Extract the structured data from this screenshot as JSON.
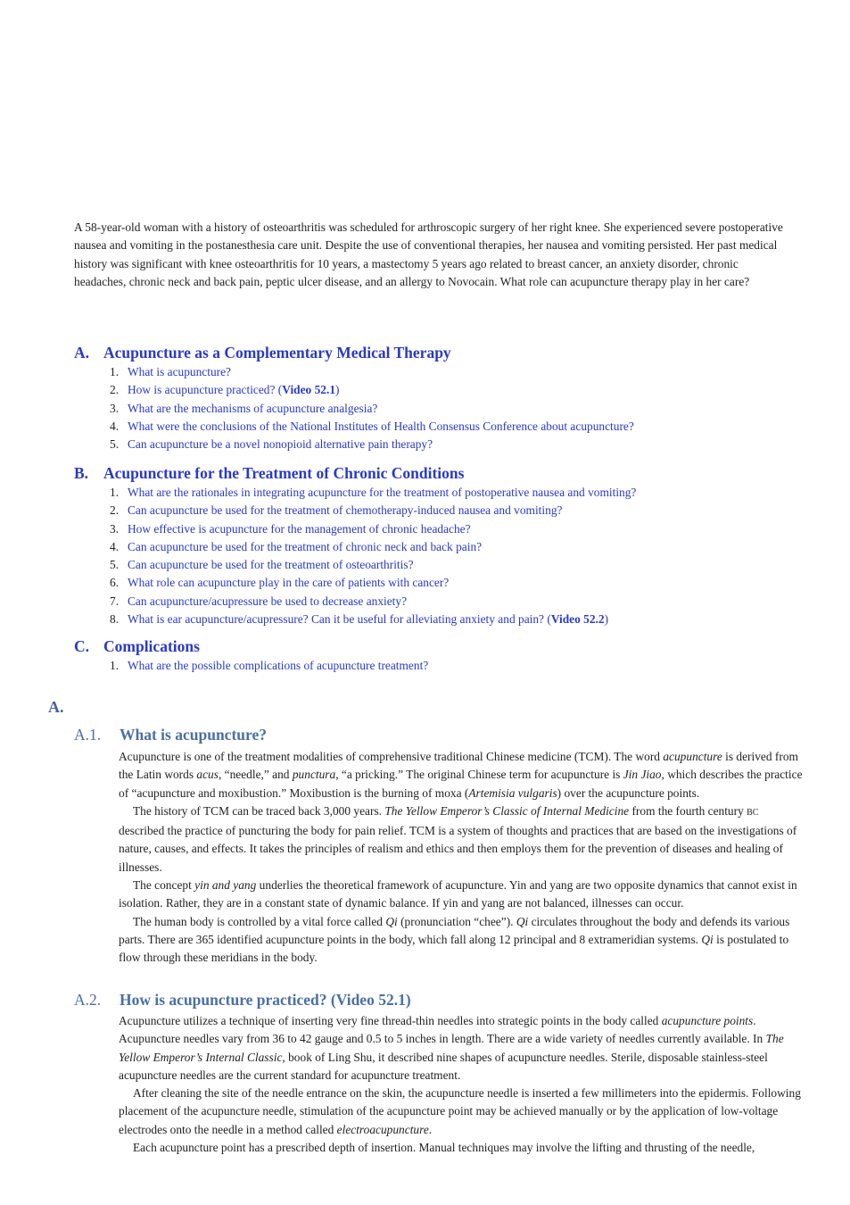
{
  "case_text": "A 58-year-old woman with a history of osteoarthritis was scheduled for arthroscopic surgery of her right knee. She experienced severe postoperative nausea and vomiting in the postanesthesia care unit. Despite the use of conventional therapies, her nausea and vomiting persisted. Her past medical history was significant with knee osteoarthritis for 10 years, a mastectomy 5 years ago related to breast cancer, an anxiety disorder, chronic headaches, chronic neck and back pain, peptic ulcer disease, and an allergy to Novocain. What role can acupuncture therapy play in her care?",
  "toc": {
    "sections": [
      {
        "letter": "A.",
        "title": "Acupuncture as a Complementary Medical Therapy",
        "items": [
          {
            "num": "1.",
            "text": "What is acupuncture?"
          },
          {
            "num": "2.",
            "text": "How is acupuncture practiced? (",
            "video": "Video 52.1",
            "after": ")"
          },
          {
            "num": "3.",
            "text": "What are the mechanisms of acupuncture analgesia?"
          },
          {
            "num": "4.",
            "text": "What were the conclusions of the National Institutes of Health Consensus Conference about acupuncture?"
          },
          {
            "num": "5.",
            "text": "Can acupuncture be a novel nonopioid alternative pain therapy?"
          }
        ]
      },
      {
        "letter": "B.",
        "title": "Acupuncture for the Treatment of Chronic Conditions",
        "items": [
          {
            "num": "1.",
            "text": "What are the rationales in integrating acupuncture for the treatment of postoperative nausea and vomiting?"
          },
          {
            "num": "2.",
            "text": "Can acupuncture be used for the treatment of chemotherapy-induced nausea and vomiting?"
          },
          {
            "num": "3.",
            "text": "How effective is acupuncture for the management of chronic headache?"
          },
          {
            "num": "4.",
            "text": "Can acupuncture be used for the treatment of chronic neck and back pain?"
          },
          {
            "num": "5.",
            "text": "Can acupuncture be used for the treatment of osteoarthritis?"
          },
          {
            "num": "6.",
            "text": "What role can acupuncture play in the care of patients with cancer?"
          },
          {
            "num": "7.",
            "text": "Can acupuncture/acupressure be used to decrease anxiety?"
          },
          {
            "num": "8.",
            "text": "What is ear acupuncture/acupressure? Can it be useful for alleviating anxiety and pain? (",
            "video": "Video 52.2",
            "after": ")"
          }
        ]
      },
      {
        "letter": "C.",
        "title": "Complications",
        "items": [
          {
            "num": "1.",
            "text": "What are the possible complications of acupuncture treatment?"
          }
        ]
      }
    ]
  },
  "section_a_letter": "A.",
  "a1": {
    "code": "A.1.",
    "title": "What is acupuncture?",
    "p1": [
      "Acupuncture is one of the treatment modalities of comprehensive traditional Chinese medicine (TCM). The word ",
      "acupuncture",
      " is derived from the Latin words ",
      "acus",
      ", “needle,” and ",
      "punctura",
      ", “a pricking.” The original Chinese term for acupuncture is ",
      "Jin Jiao",
      ", which describes the practice of “acupuncture and moxibustion.” Moxibustion is the burning of moxa (",
      "Artemisia vulgaris",
      ") over the acupuncture points."
    ],
    "p2": [
      "The history of TCM can be traced back 3,000 years. ",
      "The Yellow Emperor’s Classic of Internal Medicine",
      " from the fourth century ",
      "BC",
      " described the practice of puncturing the body for pain relief. TCM is a system of thoughts and practices that are based on the investigations of nature, causes, and effects. It takes the principles of realism and ethics and then employs them for the prevention of diseases and healing of illnesses."
    ],
    "p3": [
      "The concept ",
      "yin and yang",
      " underlies the theoretical framework of acupuncture. Yin and yang are two opposite dynamics that cannot exist in isolation. Rather, they are in a constant state of dynamic balance. If yin and yang are not balanced, illnesses can occur."
    ],
    "p4": [
      "The human body is controlled by a vital force called ",
      "Qi",
      " (pronunciation “chee”). ",
      "Qi",
      " circulates throughout the body and defends its various parts. There are 365 identified acupuncture points in the body, which fall along 12 principal and 8 extrameridian systems. ",
      "Qi",
      " is postulated to flow through these meridians in the body."
    ]
  },
  "a2": {
    "code": "A.2.",
    "title": "How is acupuncture practiced? (Video 52.1)",
    "p1": [
      "Acupuncture utilizes a technique of inserting very fine thread-thin needles into strategic points in the body called ",
      "acupuncture points",
      ". Acupuncture needles vary from 36 to 42 gauge and 0.5 to 5 inches in length. There are a wide variety of needles currently available. In ",
      "The Yellow Emperor’s Internal Classic",
      ", book of Ling Shu, it described nine shapes of acupuncture needles. Sterile, disposable stainless-steel acupuncture needles are the current standard for acupuncture treatment."
    ],
    "p2": [
      "After cleaning the site of the needle entrance on the skin, the acupuncture needle is inserted a few millimeters into the epidermis. Following placement of the acupuncture needle, stimulation of the acupuncture point may be achieved manually or by the application of low-voltage electrodes onto the needle in a method called ",
      "electroacupuncture",
      "."
    ],
    "p3": "Each acupuncture point has a prescribed depth of insertion. Manual techniques may involve the lifting and thrusting of the needle,"
  }
}
